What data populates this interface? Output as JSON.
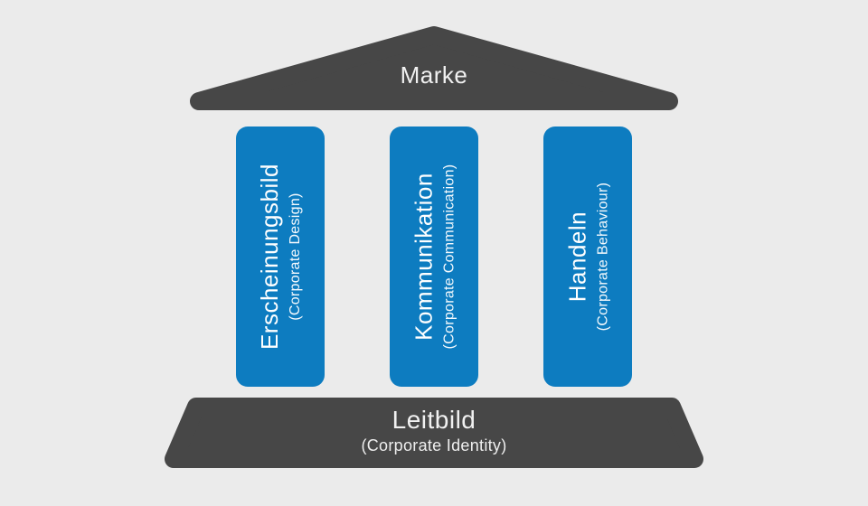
{
  "diagram": {
    "type": "temple-pillar-diagram",
    "roof": {
      "label": "Marke"
    },
    "pillars": [
      {
        "label": "Erscheinungsbild",
        "sublabel": "(Corporate Design)"
      },
      {
        "label": "Kommunikation",
        "sublabel": "(Corporate Communication)"
      },
      {
        "label": "Handeln",
        "sublabel": "(Corporate Behaviour)"
      }
    ],
    "base": {
      "label": "Leitbild",
      "sublabel": "(Corporate Identity)"
    }
  },
  "colors": {
    "background": "#ebebeb",
    "dark_gray": "#474747",
    "pillar_blue": "#0d7cc0",
    "text_light": "#f1f1f1",
    "text_white": "#ffffff"
  }
}
